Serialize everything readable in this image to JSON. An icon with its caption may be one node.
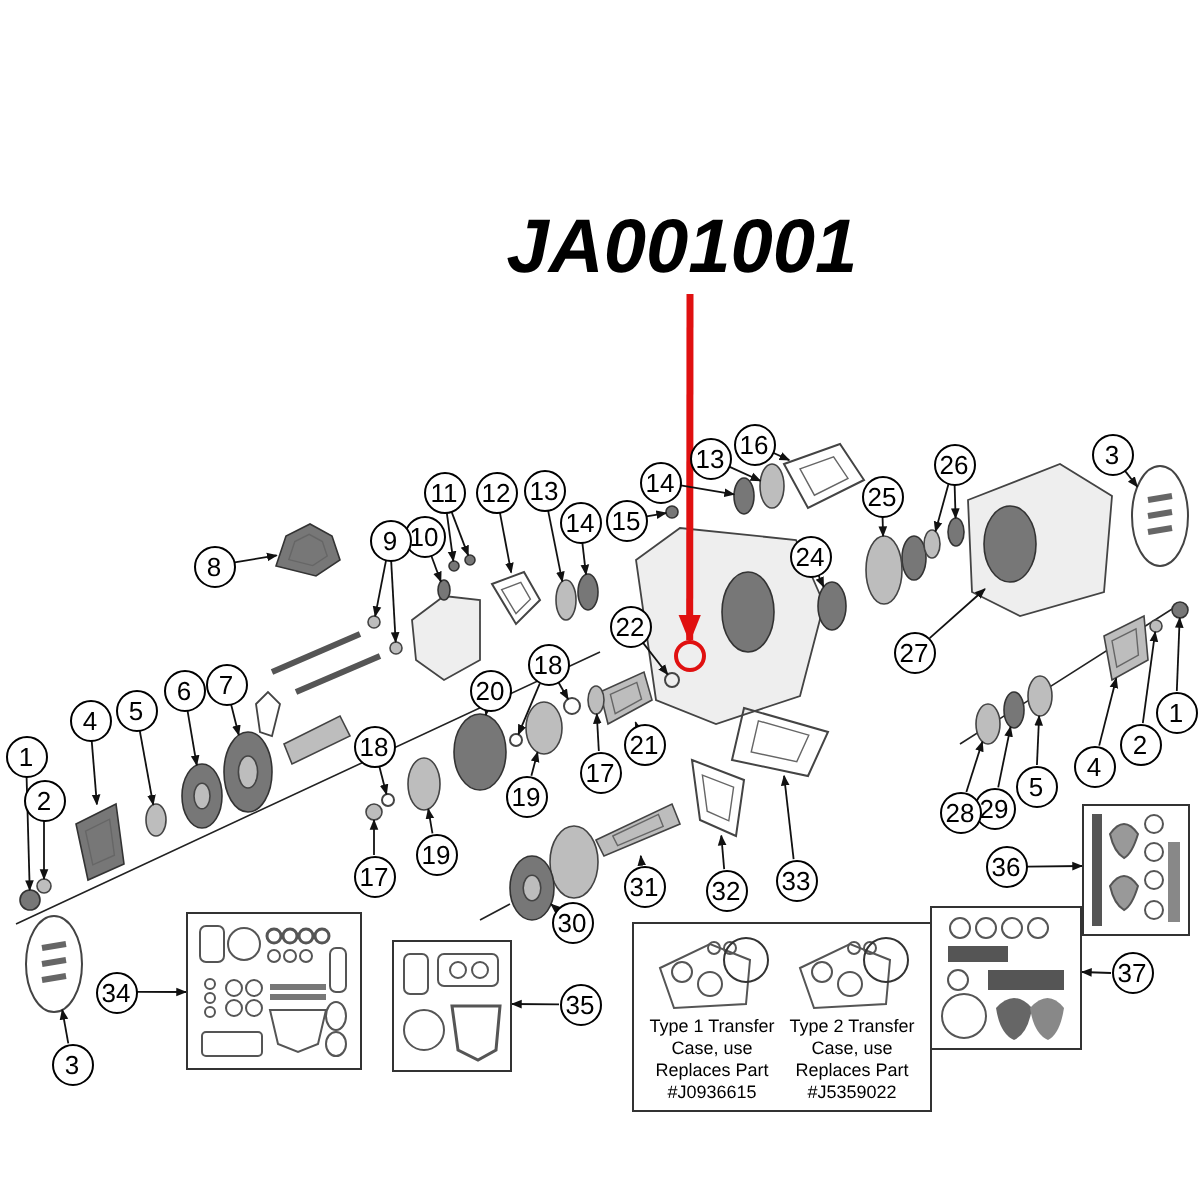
{
  "diagram": {
    "nodes": [
      {
        "text": [
          "JA001001"
        ]
      },
      {
        "text": [],
        "shape": "picture"
      },
      {
        "text": [
          "16"
        ]
      },
      {
        "text": [
          "3"
        ]
      },
      {
        "text": [
          "26"
        ]
      },
      {
        "text": [
          "13"
        ]
      },
      {
        "text": [
          "14"
        ]
      },
      {
        "text": [
          "11"
        ]
      },
      {
        "text": [
          "12"
        ]
      },
      {
        "text": [
          "13"
        ]
      },
      {
        "text": [
          "25"
        ]
      },
      {
        "text": [
          "15"
        ]
      },
      {
        "text": [
          "14"
        ]
      },
      {
        "text": [
          "10"
        ]
      },
      {
        "text": [
          "9"
        ]
      },
      {
        "text": [
          "24"
        ]
      },
      {
        "text": [
          "8"
        ]
      },
      {
        "text": [
          "22"
        ]
      },
      {
        "text": [
          "27"
        ]
      },
      {
        "text": [
          "18"
        ]
      },
      {
        "text": [
          "7"
        ]
      },
      {
        "text": [
          "20"
        ]
      },
      {
        "text": [
          "6"
        ]
      },
      {
        "text": [
          "5"
        ]
      },
      {
        "text": [
          "1"
        ]
      },
      {
        "text": [
          "4"
        ]
      },
      {
        "text": [
          "21"
        ]
      },
      {
        "text": [
          "2"
        ]
      },
      {
        "text": [
          "18"
        ]
      },
      {
        "text": [
          "1"
        ]
      },
      {
        "text": [
          "4"
        ]
      },
      {
        "text": [
          "17"
        ]
      },
      {
        "text": [
          "5"
        ]
      },
      {
        "text": [
          "19"
        ]
      },
      {
        "text": [
          "2"
        ]
      },
      {
        "text": [
          "29"
        ]
      },
      {
        "text": [
          "28"
        ]
      },
      {
        "text": [
          "19"
        ]
      },
      {
        "text": [
          "36"
        ]
      },
      {
        "text": [
          "17"
        ]
      },
      {
        "text": [
          "33"
        ]
      },
      {
        "text": [
          "31"
        ]
      },
      {
        "text": [
          "32"
        ]
      },
      {
        "text": [
          "30"
        ]
      },
      {
        "text": [
          "37"
        ]
      },
      {
        "text": [
          "34"
        ]
      },
      {
        "text": [
          "35"
        ]
      },
      {
        "text": [
          "3"
        ]
      },
      {
        "text": [],
        "shape": "picture"
      },
      {
        "text": [],
        "shape": "picture"
      },
      {
        "text": [],
        "shape": "picture"
      },
      {
        "text": [],
        "shape": "picture"
      },
      {
        "text": [
          "Type 1 Transfer Case, use Replaces Part #J0936615",
          "Type 2 Transfer Case, use Replaces Part #J5359022"
        ]
      },
      {
        "text": [],
        "shape": "picture"
      },
      {
        "text": [],
        "shape": "picture"
      },
      {
        "text": [],
        "shape": "circle"
      },
      {
        "text": [],
        "shape": "circle"
      },
      {
        "text": [],
        "shape": "circle"
      },
      {
        "text": [],
        "shape": "circle"
      },
      {
        "text": [],
        "shape": "circle"
      },
      {
        "text": [],
        "shape": "circle"
      },
      {
        "text": [],
        "shape": "picture"
      },
      {
        "text": [],
        "shape": "circle"
      },
      {
        "text": [],
        "shape": "circle"
      },
      {
        "text": [],
        "shape": "circle"
      },
      {
        "text": [],
        "shape": "circle"
      },
      {
        "text": [],
        "shape": "circle"
      },
      {
        "text": [],
        "shape": "circle"
      },
      {
        "text": [],
        "shape": "circle"
      },
      {
        "text": [],
        "shape": "circle"
      },
      {
        "text": [],
        "shape": "picture"
      },
      {
        "text": [],
        "shape": "circle",
        "in": 1
      },
      {
        "text": [],
        "shape": "picture"
      },
      {
        "text": [],
        "shape": "circle"
      },
      {
        "text": [],
        "shape": "circle"
      },
      {
        "text": [],
        "shape": "picture"
      },
      {
        "text": [],
        "shape": "circle"
      },
      {
        "text": [],
        "shape": "picture"
      },
      {
        "text": [],
        "shape": "circle"
      },
      {
        "text": [],
        "shape": "circle"
      },
      {
        "text": [],
        "shape": "picture"
      },
      {
        "text": [],
        "shape": "picture"
      },
      {
        "text": [],
        "shape": "circle"
      },
      {
        "text": [],
        "shape": "circle"
      },
      {
        "text": [],
        "shape": "circle"
      },
      {
        "text": [],
        "shape": "picture"
      },
      {
        "text": [],
        "shape": "circle"
      },
      {
        "text": [],
        "shape": "circle"
      },
      {
        "text": [],
        "shape": "circle"
      },
      {
        "text": [],
        "shape": "circle"
      },
      {
        "text": [],
        "shape": "circle"
      },
      {
        "text": [],
        "shape": "circle"
      },
      {
        "text": [],
        "shape": "circle"
      },
      {
        "text": [],
        "shape": "circle"
      },
      {
        "text": [],
        "shape": "picture"
      },
      {
        "text": [],
        "shape": "picture"
      },
      {
        "text": [],
        "shape": "picture"
      },
      {
        "text": [],
        "shape": "picture"
      },
      {
        "text": [],
        "shape": "picture"
      },
      {
        "text": [],
        "shape": "circle",
        "in": 1
      }
    ],
    "edges": [
      {
        "from": 0,
        "to": 99,
        "arrow": "to",
        "style": "thick",
        "color": "#e01010"
      },
      {
        "from": 2,
        "to": 53,
        "arrow": "to"
      },
      {
        "from": 3,
        "to": 54,
        "arrow": "to"
      },
      {
        "from": 4,
        "to": 55,
        "arrow": "to"
      },
      {
        "from": 4,
        "to": 56,
        "arrow": "to"
      },
      {
        "from": 5,
        "to": 57,
        "arrow": "to"
      },
      {
        "from": 6,
        "to": 58,
        "arrow": "to"
      },
      {
        "from": 7,
        "to": 59,
        "arrow": "to"
      },
      {
        "from": 7,
        "to": 60,
        "arrow": "to"
      },
      {
        "from": 8,
        "to": 61,
        "arrow": "to"
      },
      {
        "from": 9,
        "to": 62,
        "arrow": "to"
      },
      {
        "from": 10,
        "to": 63,
        "arrow": "to"
      },
      {
        "from": 11,
        "to": 64,
        "arrow": "to"
      },
      {
        "from": 12,
        "to": 65,
        "arrow": "to"
      },
      {
        "from": 13,
        "to": 66,
        "arrow": "to"
      },
      {
        "from": 14,
        "to": 67,
        "arrow": "to"
      },
      {
        "from": 14,
        "to": 68,
        "arrow": "to"
      },
      {
        "from": 15,
        "to": 69,
        "arrow": "to"
      },
      {
        "from": 16,
        "to": 70,
        "arrow": "to"
      },
      {
        "from": 17,
        "to": 71,
        "arrow": "to"
      },
      {
        "from": 18,
        "to": 72,
        "arrow": "to"
      },
      {
        "from": 19,
        "to": 73,
        "arrow": "to"
      },
      {
        "from": 19,
        "to": 74,
        "arrow": "to"
      },
      {
        "from": 20,
        "to": 75,
        "arrow": "to"
      },
      {
        "from": 21,
        "to": 76,
        "arrow": "to"
      },
      {
        "from": 22,
        "to": 77,
        "arrow": "to"
      },
      {
        "from": 23,
        "to": 78,
        "arrow": "to"
      },
      {
        "from": 24,
        "to": 79,
        "arrow": "to"
      },
      {
        "from": 25,
        "to": 80,
        "arrow": "to"
      },
      {
        "from": 26,
        "to": 81,
        "arrow": "to"
      },
      {
        "from": 27,
        "to": 82,
        "arrow": "to"
      },
      {
        "from": 28,
        "to": 83,
        "arrow": "to"
      },
      {
        "from": 29,
        "to": 84,
        "arrow": "to"
      },
      {
        "from": 30,
        "to": 85,
        "arrow": "to"
      },
      {
        "from": 31,
        "to": 86,
        "arrow": "to"
      },
      {
        "from": 32,
        "to": 87,
        "arrow": "to"
      },
      {
        "from": 33,
        "to": 88,
        "arrow": "to"
      },
      {
        "from": 34,
        "to": 89,
        "arrow": "to"
      },
      {
        "from": 35,
        "to": 90,
        "arrow": "to"
      },
      {
        "from": 36,
        "to": 91,
        "arrow": "to"
      },
      {
        "from": 37,
        "to": 92,
        "arrow": "to"
      },
      {
        "from": 38,
        "to": 50,
        "arrow": "to"
      },
      {
        "from": 39,
        "to": 93,
        "arrow": "to"
      },
      {
        "from": 40,
        "to": 94,
        "arrow": "to"
      },
      {
        "from": 41,
        "to": 95,
        "arrow": "to"
      },
      {
        "from": 42,
        "to": 96,
        "arrow": "to"
      },
      {
        "from": 43,
        "to": 97,
        "arrow": "to"
      },
      {
        "from": 44,
        "to": 51,
        "arrow": "to"
      },
      {
        "from": 45,
        "to": 48,
        "arrow": "to"
      },
      {
        "from": 46,
        "to": 49,
        "arrow": "to"
      },
      {
        "from": 47,
        "to": 98,
        "arrow": "to"
      }
    ]
  }
}
